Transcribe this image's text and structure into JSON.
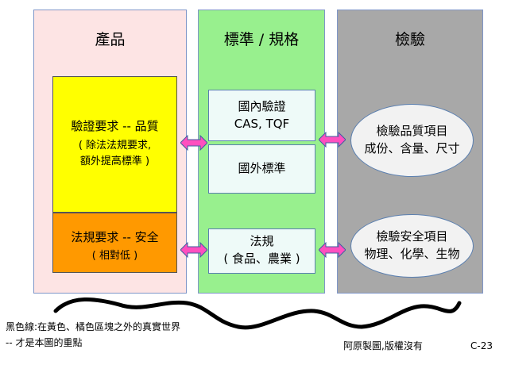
{
  "colors": {
    "product_panel": "#fde4e4",
    "standard_panel": "#98f08e",
    "inspect_panel": "#a8a8a8",
    "verify_box": "#ffff00",
    "law_box": "#ff9900",
    "arrow": "#ff4fbf"
  },
  "panels": {
    "product": "產品",
    "standard": "標準 / 規格",
    "inspect": "檢驗"
  },
  "product": {
    "verify_main": "驗證要求 -- 品質",
    "verify_sub1": "( 除法法規要求,",
    "verify_sub2": "額外提高標準 )",
    "law_main": "法規要求 -- 安全",
    "law_sub": "( 相對低 )"
  },
  "standard": {
    "domestic_line1": "國內驗證",
    "domestic_line2": "CAS, TQF",
    "foreign": "國外標準",
    "regs_line1": "法規",
    "regs_line2": "( 食品、農業 )"
  },
  "inspect": {
    "quality_line1": "檢驗品質項目",
    "quality_line2": "成份、含量、尺寸",
    "safety_line1": "檢驗安全項目",
    "safety_line2": "物理、化學、生物"
  },
  "notes": {
    "left_line1": "黑色線:在黃色、橘色區塊之外的真實世界",
    "left_line2": "-- 才是本圖的重點",
    "copyright": "阿原製圖,版權沒有",
    "page": "C-23"
  }
}
